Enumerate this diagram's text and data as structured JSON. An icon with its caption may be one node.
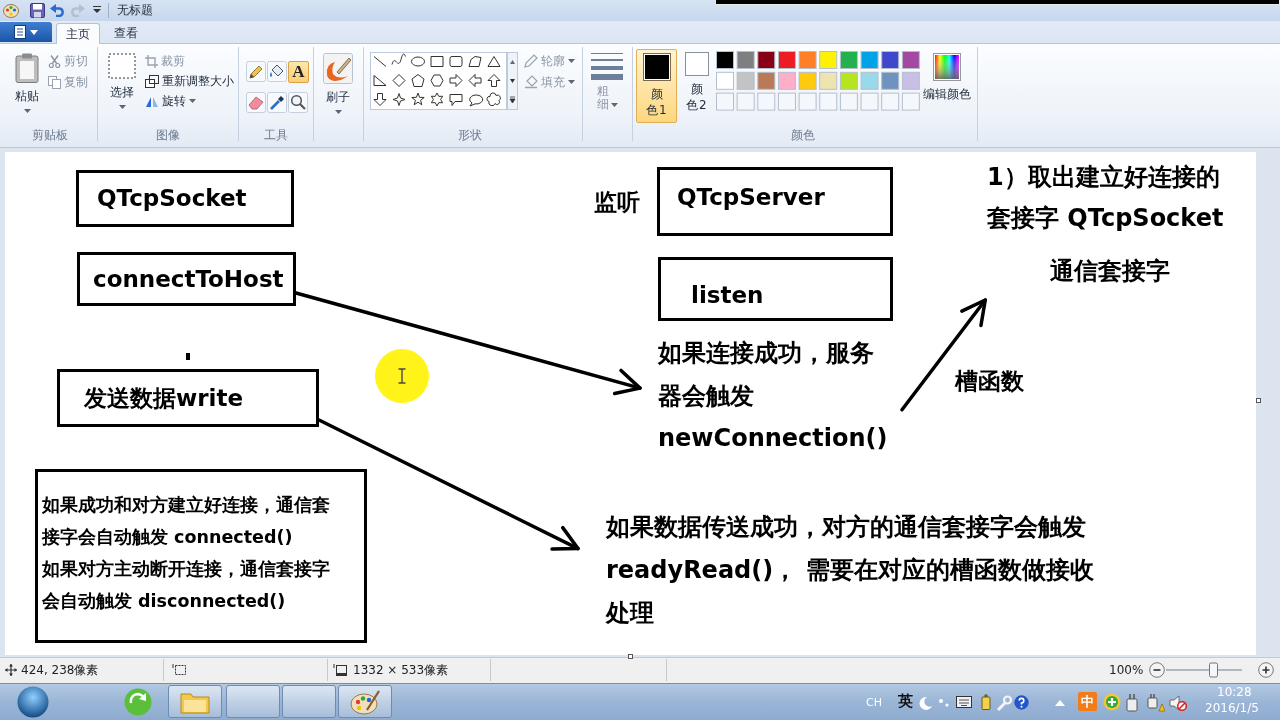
{
  "diagram": {
    "nodes": [
      {
        "text": [
          "QTcpSocket"
        ]
      },
      {
        "text": [
          "connectToHost"
        ]
      },
      {
        "text": [
          "发送数据write"
        ]
      },
      {
        "text": [
          "如果成功和对方建立好连接，通信套接字会自动触发 connected()",
          "如果对方主动断开连接，通信套接字会自动触发 disconnected()"
        ]
      },
      {
        "text": [
          "QTcpServer"
        ],
        "beside": [
          "监听"
        ]
      },
      {
        "text": [
          "listen"
        ]
      },
      {
        "text": [
          "如果连接成功，服务器会触发 newConnection()"
        ]
      },
      {
        "text": [
          "如果数据传送成功，对方的通信套接字会触发 readyRead()， 需要在对应的槽函数做接收处理"
        ]
      },
      {
        "text": [
          "1）取出建立好连接的套接字 QTcpSocket",
          "通信套接字"
        ]
      }
    ],
    "edges": [
      {
        "from": 1,
        "to": 6,
        "arrow": "to"
      },
      {
        "from": 2,
        "to": 7,
        "arrow": "to"
      },
      {
        "from": 6,
        "to": 8,
        "arrow": "to",
        "label": "槽函数"
      }
    ],
    "labels": [
      "无标题",
      "主页",
      "查看",
      "粘贴",
      "剪切",
      "复制",
      "剪贴板",
      "选择",
      "裁剪",
      "重新调整大小",
      "旋转",
      "图像",
      "A",
      "工具",
      "刷子",
      "轮廓",
      "填充",
      "形状",
      "粗细",
      "颜色 1",
      "颜色 2",
      "编辑颜色",
      "颜色",
      "424, 238像素",
      "1332 × 533像素",
      "100%",
      "CH",
      "英",
      "中",
      "10:28",
      "2016/1/5"
    ]
  }
}
